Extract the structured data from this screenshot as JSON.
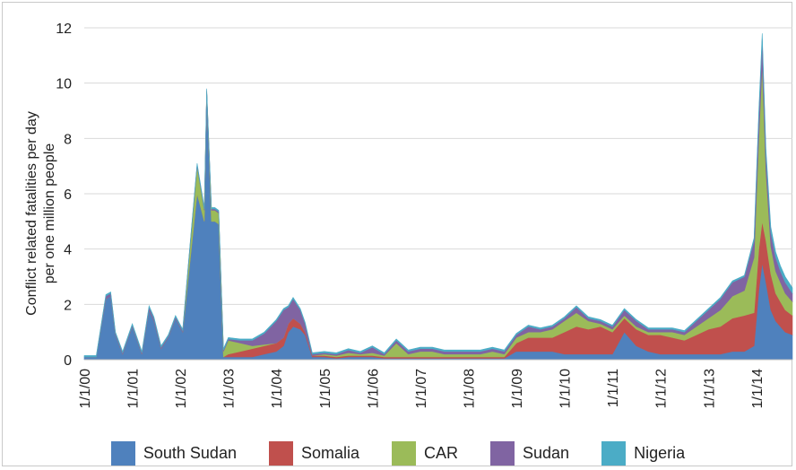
{
  "chart_data": {
    "type": "area",
    "stacked": true,
    "title": "",
    "ylabel": "Conflict related fatalities per day per one million people",
    "ylabel_lines": [
      "Conflict related fatalities per day",
      "per one million people"
    ],
    "xlabel": "",
    "ylim": [
      0,
      12
    ],
    "yticks": [
      0,
      2,
      4,
      6,
      8,
      10,
      12
    ],
    "ytick_labels": [
      "0",
      "2",
      "4",
      "6",
      "8",
      "10",
      "12"
    ],
    "xlim": [
      2000.0,
      2014.75
    ],
    "xticks": [
      2000,
      2001,
      2002,
      2003,
      2004,
      2005,
      2006,
      2007,
      2008,
      2009,
      2010,
      2011,
      2012,
      2013,
      2014
    ],
    "xtick_labels": [
      "1/1/00",
      "1/1/01",
      "1/1/02",
      "1/1/03",
      "1/1/04",
      "1/1/05",
      "1/1/06",
      "1/1/07",
      "1/1/08",
      "1/1/09",
      "1/1/10",
      "1/1/11",
      "1/1/12",
      "1/1/13",
      "1/1/14"
    ],
    "grid": "horizontal",
    "legend_position": "bottom",
    "x": [
      2000.0,
      2000.25,
      2000.45,
      2000.55,
      2000.65,
      2000.8,
      2001.0,
      2001.2,
      2001.35,
      2001.45,
      2001.6,
      2001.75,
      2001.9,
      2002.05,
      2002.2,
      2002.35,
      2002.5,
      2002.55,
      2002.65,
      2002.72,
      2002.8,
      2002.9,
      2003.0,
      2003.25,
      2003.5,
      2003.75,
      2004.0,
      2004.15,
      2004.25,
      2004.35,
      2004.5,
      2004.6,
      2004.75,
      2005.0,
      2005.25,
      2005.5,
      2005.75,
      2006.0,
      2006.25,
      2006.5,
      2006.75,
      2007.0,
      2007.25,
      2007.5,
      2007.75,
      2008.0,
      2008.25,
      2008.5,
      2008.75,
      2009.0,
      2009.25,
      2009.5,
      2009.75,
      2010.0,
      2010.25,
      2010.5,
      2010.75,
      2011.0,
      2011.25,
      2011.5,
      2011.75,
      2012.0,
      2012.25,
      2012.5,
      2012.75,
      2013.0,
      2013.25,
      2013.5,
      2013.75,
      2013.95,
      2014.05,
      2014.12,
      2014.2,
      2014.3,
      2014.4,
      2014.5,
      2014.6,
      2014.75
    ],
    "series": [
      {
        "name": "South Sudan",
        "color": "#4f81bd",
        "values": [
          0.1,
          0.1,
          2.2,
          2.3,
          0.9,
          0.2,
          1.2,
          0.2,
          1.8,
          1.4,
          0.4,
          0.8,
          1.5,
          1.0,
          3.5,
          6.0,
          5.0,
          9.7,
          5.0,
          5.0,
          4.9,
          0.1,
          0.1,
          0.1,
          0.1,
          0.2,
          0.3,
          0.5,
          1.0,
          1.2,
          1.1,
          0.9,
          0.1,
          0.1,
          0.05,
          0.1,
          0.1,
          0.1,
          0.05,
          0.05,
          0.05,
          0.05,
          0.05,
          0.05,
          0.05,
          0.05,
          0.05,
          0.05,
          0.05,
          0.3,
          0.3,
          0.3,
          0.3,
          0.2,
          0.2,
          0.2,
          0.2,
          0.2,
          1.0,
          0.5,
          0.3,
          0.2,
          0.2,
          0.2,
          0.2,
          0.2,
          0.2,
          0.3,
          0.3,
          0.5,
          2.5,
          3.5,
          2.8,
          1.8,
          1.4,
          1.2,
          1.0,
          0.9
        ]
      },
      {
        "name": "Somalia",
        "color": "#c0504d",
        "values": [
          0.0,
          0.0,
          0.0,
          0.0,
          0.0,
          0.0,
          0.0,
          0.0,
          0.0,
          0.0,
          0.0,
          0.0,
          0.0,
          0.0,
          0.0,
          0.0,
          0.0,
          0.0,
          0.0,
          0.0,
          0.0,
          0.0,
          0.1,
          0.2,
          0.3,
          0.3,
          0.3,
          0.3,
          0.3,
          0.3,
          0.2,
          0.1,
          0.05,
          0.05,
          0.05,
          0.05,
          0.05,
          0.05,
          0.05,
          0.05,
          0.05,
          0.05,
          0.05,
          0.05,
          0.05,
          0.05,
          0.05,
          0.05,
          0.05,
          0.3,
          0.5,
          0.5,
          0.5,
          0.8,
          1.0,
          0.9,
          1.0,
          0.8,
          0.5,
          0.6,
          0.6,
          0.7,
          0.6,
          0.5,
          0.7,
          0.9,
          1.0,
          1.2,
          1.3,
          1.2,
          1.5,
          1.5,
          1.5,
          1.3,
          1.0,
          0.9,
          0.8,
          0.7
        ]
      },
      {
        "name": "CAR",
        "color": "#9bbb59",
        "values": [
          0.0,
          0.0,
          0.0,
          0.0,
          0.0,
          0.0,
          0.0,
          0.0,
          0.0,
          0.0,
          0.0,
          0.0,
          0.0,
          0.0,
          0.5,
          1.0,
          0.4,
          0.0,
          0.4,
          0.4,
          0.4,
          0.2,
          0.5,
          0.3,
          0.1,
          0.05,
          0.0,
          0.0,
          0.0,
          0.0,
          0.0,
          0.0,
          0.0,
          0.05,
          0.05,
          0.1,
          0.05,
          0.1,
          0.05,
          0.5,
          0.1,
          0.2,
          0.2,
          0.1,
          0.1,
          0.1,
          0.1,
          0.2,
          0.1,
          0.2,
          0.2,
          0.2,
          0.3,
          0.4,
          0.5,
          0.3,
          0.1,
          0.1,
          0.1,
          0.1,
          0.1,
          0.1,
          0.2,
          0.2,
          0.3,
          0.4,
          0.6,
          0.8,
          0.9,
          2.0,
          4.0,
          5.7,
          2.5,
          1.0,
          0.8,
          0.7,
          0.6,
          0.5
        ]
      },
      {
        "name": "Sudan",
        "color": "#8064a2",
        "values": [
          0.0,
          0.0,
          0.1,
          0.1,
          0.05,
          0.05,
          0.05,
          0.05,
          0.1,
          0.1,
          0.05,
          0.05,
          0.05,
          0.05,
          0.05,
          0.05,
          0.05,
          0.05,
          0.05,
          0.05,
          0.05,
          0.05,
          0.05,
          0.1,
          0.2,
          0.4,
          0.8,
          1.0,
          0.6,
          0.7,
          0.5,
          0.3,
          0.05,
          0.05,
          0.05,
          0.1,
          0.05,
          0.2,
          0.05,
          0.1,
          0.1,
          0.1,
          0.1,
          0.1,
          0.1,
          0.1,
          0.1,
          0.1,
          0.1,
          0.1,
          0.2,
          0.1,
          0.1,
          0.1,
          0.2,
          0.1,
          0.1,
          0.1,
          0.2,
          0.2,
          0.1,
          0.1,
          0.1,
          0.1,
          0.2,
          0.3,
          0.4,
          0.5,
          0.5,
          0.6,
          0.8,
          0.9,
          0.6,
          0.5,
          0.5,
          0.4,
          0.4,
          0.3
        ]
      },
      {
        "name": "Nigeria",
        "color": "#4bacc6",
        "values": [
          0.05,
          0.05,
          0.05,
          0.05,
          0.05,
          0.05,
          0.05,
          0.05,
          0.05,
          0.05,
          0.05,
          0.05,
          0.05,
          0.05,
          0.05,
          0.05,
          0.05,
          0.05,
          0.05,
          0.05,
          0.05,
          0.05,
          0.05,
          0.05,
          0.05,
          0.05,
          0.05,
          0.05,
          0.05,
          0.05,
          0.05,
          0.05,
          0.05,
          0.05,
          0.05,
          0.05,
          0.05,
          0.05,
          0.05,
          0.05,
          0.05,
          0.05,
          0.05,
          0.05,
          0.05,
          0.05,
          0.05,
          0.05,
          0.05,
          0.05,
          0.05,
          0.05,
          0.05,
          0.05,
          0.05,
          0.05,
          0.05,
          0.05,
          0.05,
          0.05,
          0.05,
          0.05,
          0.05,
          0.05,
          0.05,
          0.05,
          0.05,
          0.05,
          0.05,
          0.1,
          0.2,
          0.2,
          0.2,
          0.2,
          0.2,
          0.2,
          0.2,
          0.2
        ]
      }
    ]
  }
}
